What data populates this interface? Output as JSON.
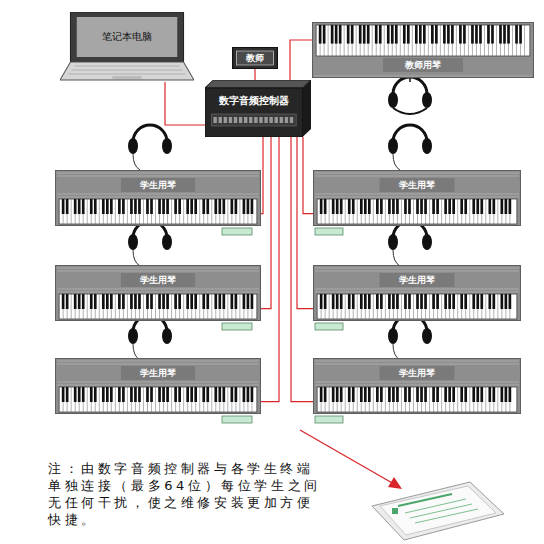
{
  "diagram": {
    "nodes": [
      {
        "text": [
          "笔记本电脑"
        ]
      },
      {
        "text": [
          "教师"
        ]
      },
      {
        "text": [
          "教师用琴"
        ]
      },
      {
        "text": [
          "数字音频控制器"
        ]
      },
      {
        "text": [
          "学生用琴"
        ]
      },
      {
        "text": [
          "学生用琴"
        ]
      },
      {
        "text": [
          "学生用琴"
        ]
      },
      {
        "text": [
          "学生用琴"
        ]
      },
      {
        "text": [
          "学生用琴"
        ]
      },
      {
        "text": [
          "学生用琴"
        ]
      }
    ],
    "edges": [
      {
        "from": 0,
        "to": 3,
        "arrow": "none"
      },
      {
        "from": 1,
        "to": 3,
        "arrow": "none"
      },
      {
        "from": 3,
        "to": 2,
        "arrow": "none"
      },
      {
        "from": 3,
        "to": 4,
        "arrow": "none"
      },
      {
        "from": 3,
        "to": 5,
        "arrow": "none"
      },
      {
        "from": 3,
        "to": 6,
        "arrow": "none"
      },
      {
        "from": 3,
        "to": 7,
        "arrow": "none"
      },
      {
        "from": 3,
        "to": 8,
        "arrow": "none"
      },
      {
        "from": 3,
        "to": 9,
        "arrow": "none"
      }
    ],
    "labels": [
      "注：由数字音频控制器与各学生终端 单独连接（最多64位）每位学生之间 无任何干扰，使之维修安装更加方便 快捷。"
    ]
  }
}
